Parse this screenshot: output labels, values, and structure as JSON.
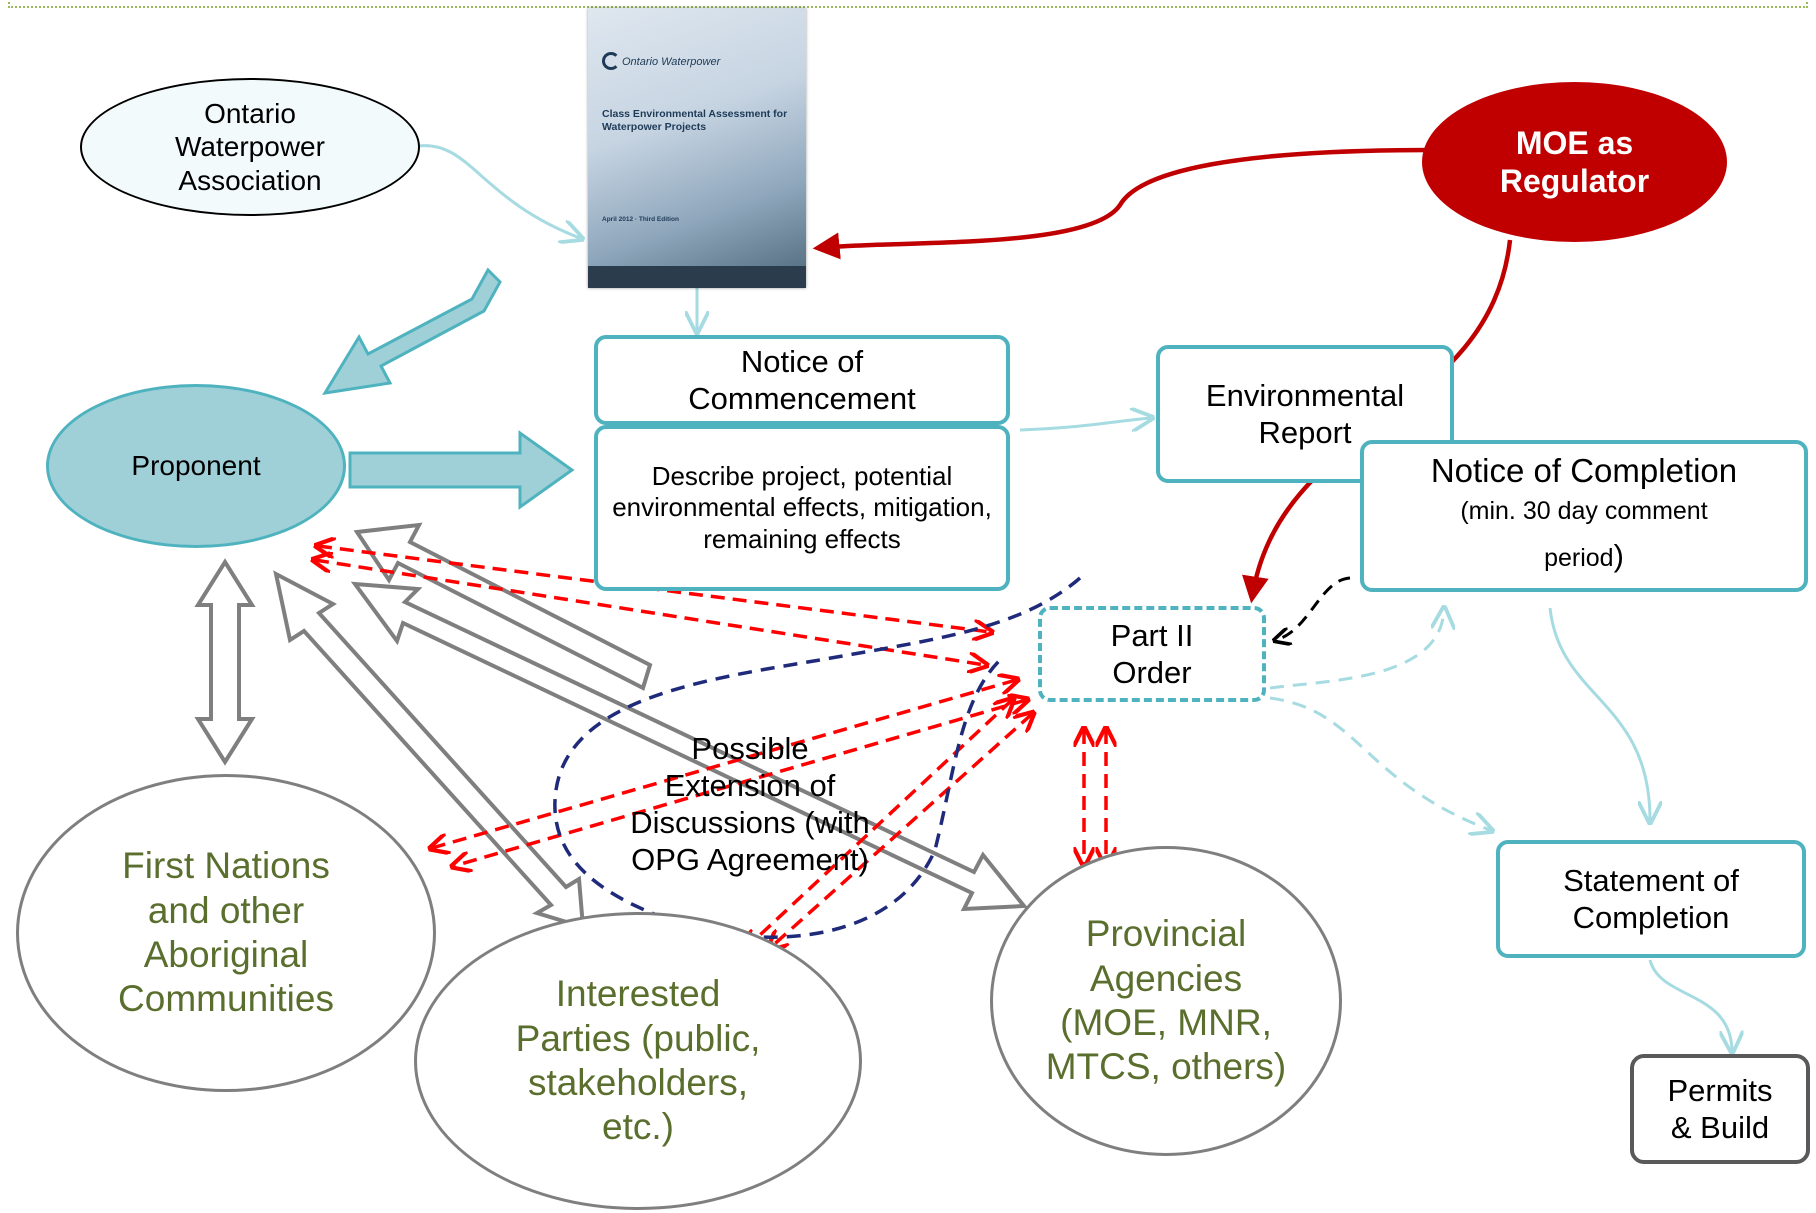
{
  "nodes": {
    "owa": "Ontario Waterpower Association",
    "moe_regulator": "MOE as Regulator",
    "proponent": "Proponent",
    "notice_commencement": "Notice of Commencement",
    "describe_project": "Describe project, potential environmental effects, mitigation, remaining effects",
    "environmental_report": "Environmental Report",
    "notice_completion": "Notice of Completion",
    "notice_completion_note": "(min.  30 day comment period",
    "notice_completion_paren": ")",
    "part_ii_order": "Part II Order",
    "possible_extension": "Possible Extension of Discussions (with OPG Agreement)",
    "first_nations": "First Nations and other Aboriginal Communities",
    "interested_parties": "Interested Parties (public, stakeholders, etc.)",
    "provincial_agencies": "Provincial Agencies (MOE, MNR, MTCS, others)",
    "statement_completion": "Statement of Completion",
    "permits_build": "Permits & Build"
  },
  "book_cover": {
    "logo": "Ontario Waterpower",
    "title": "Class Environmental Assessment for Waterpower Projects",
    "edition": "April 2012 · Third Edition"
  },
  "colors": {
    "teal": "#4fb3bf",
    "teal_fill": "#9fd0d8",
    "regulator_red": "#c00000",
    "dashed_red": "#ff0000",
    "dashed_navy": "#1f2a7a",
    "grey_arrow": "#7f7f7f",
    "text_green": "#5a6e2d"
  }
}
